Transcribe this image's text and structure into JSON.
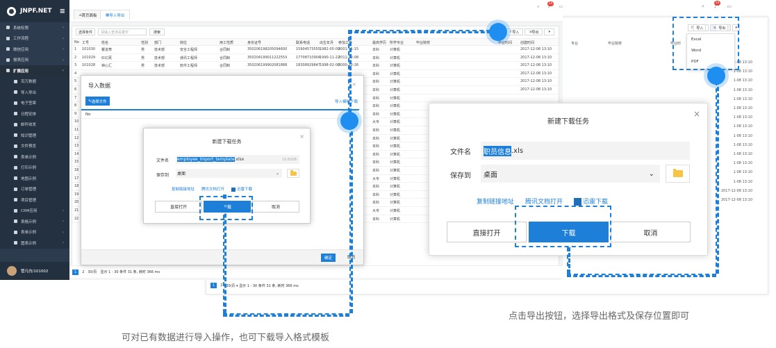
{
  "app": {
    "brand": "JNPF.NET"
  },
  "sidebar": {
    "items": [
      {
        "label": "系统权限",
        "open": false
      },
      {
        "label": "工作流程",
        "open": false
      },
      {
        "label": "微信应用",
        "open": false
      },
      {
        "label": "报表应用",
        "open": false
      },
      {
        "label": "扩展应用",
        "open": true
      }
    ],
    "subitems": [
      "百万数据",
      "导入导出",
      "电子签章",
      "日程安排",
      "邮件收发",
      "知识管理",
      "文件预览",
      "表单示例",
      "打印示例",
      "地图示例",
      "订单管理",
      "项目管理",
      "CRM应用",
      "表格示例",
      "表单示例",
      "图表示例"
    ],
    "user": "管凡白/101002"
  },
  "tabs": [
    {
      "label": "首页面板"
    },
    {
      "label": "导入导出"
    }
  ],
  "notify_count": "14",
  "filter": {
    "select": "选择条件",
    "placeholder": "请输入查询关键字",
    "search": "搜索"
  },
  "toolbar": {
    "import": "导入",
    "export": "导出"
  },
  "table": {
    "headers": [
      "No",
      "工号",
      "姓名",
      "性别",
      "部门",
      "岗位",
      "用工性质",
      "身份证号",
      "联系电话",
      "出生年月",
      "参加工作",
      "最高学历",
      "所学专业",
      "毕业院校",
      "毕业时间",
      "创建时间"
    ],
    "rows": [
      [
        "1",
        "101030",
        "瞿进寒",
        "男",
        "技术部",
        "安全工程师",
        "合同制",
        "350206198205094600",
        "15904573555",
        "1982-05-09",
        "2001-11-15",
        "本科",
        "计算机",
        "",
        "",
        "2017-12-08 13:10"
      ],
      [
        "2",
        "101029",
        "红幻芙",
        "男",
        "技术部",
        "通讯工程师",
        "合同制",
        "35020419901122255X",
        "17708710904",
        "1990-11-22",
        "2011-12-08",
        "本科",
        "计算机",
        "",
        "",
        "2017-12-08 13:10"
      ],
      [
        "3",
        "101028",
        "钟心汇",
        "男",
        "技术部",
        "软件工程师",
        "合同制",
        "350206199902081888",
        "18308929847",
        "1998-02-08",
        "2000-12-26",
        "本科",
        "计算机",
        "",
        "",
        "2017-12-08 13:10"
      ]
    ],
    "col_xuli_rest": [
      "本科",
      "本科",
      "本科",
      "本科",
      "本科",
      "本科",
      "大专",
      "本科",
      "本科",
      "本科",
      "本科",
      "本科",
      "本科",
      "大专",
      "本科",
      "本科",
      "本科",
      "大专",
      "本科"
    ],
    "col_major_rest": [
      "计算机",
      "计算机",
      "计算机",
      "计算机",
      "计算机",
      "计算机",
      "计算机",
      "计算机",
      "计算机",
      "计算机",
      "计算机",
      "计算机",
      "计算机",
      "计算机",
      "计算机",
      "计算机",
      "计算机",
      "计算机",
      "计算机"
    ],
    "created_rest": [
      "2017-12-08 13:10",
      "2017-12-08 13:10",
      "2017-12-08 13:10"
    ],
    "row_numbers": [
      "4",
      "5",
      "6",
      "7",
      "8",
      "9",
      "10",
      "11",
      "12",
      "13",
      "14",
      "15",
      "16",
      "17",
      "18",
      "19",
      "20",
      "21",
      "22"
    ]
  },
  "pager": {
    "current": "1",
    "next": "2",
    "per": "30/页",
    "info": "显示 1 - 30 条件 31 条, 耗时 366 ms"
  },
  "import_dialog": {
    "title": "导入数据",
    "select_file": "选择文件",
    "template": "导入模板下载",
    "no": "No",
    "ok": "确定",
    "cancel": "取消"
  },
  "small_dialog": {
    "title": "新建下载任务",
    "name_label": "文件名",
    "file_hl": "employee_import_template",
    "file_ext": ".xlsx",
    "file_size": "10.81KB",
    "save_label": "保存到",
    "save_to": "桌面",
    "link1": "复制链接地址",
    "link2": "腾讯文档打开",
    "link3": "迅雷下载",
    "open": "直接打开",
    "download": "下载",
    "cancel": "取消"
  },
  "big_dialog": {
    "title": "新建下载任务",
    "name_label": "文件名",
    "file_hl": "职员信息",
    "file_ext": ".xls",
    "save_label": "保存到",
    "save_to": "桌面",
    "link1": "复制链接地址",
    "link2": "腾讯文档打开",
    "link3": "迅雷下载",
    "open": "直接打开",
    "download": "下载",
    "cancel": "取消"
  },
  "export_menu": {
    "items": [
      "Excel",
      "Word",
      "PDF"
    ]
  },
  "back_panel": {
    "col1": "专业",
    "col2": "毕业院校",
    "col3": "毕业时",
    "created": "2017-12-08 13:10",
    "partial_times": [
      "2017-12-08 13:10",
      "1-08 13:10",
      "1-08 13:10",
      "1-08 13:10",
      "1-08 13:10",
      "1-08 13:10",
      "1-08 13:10",
      "1-08 13:10",
      "1-08 13:10",
      "1-08 13:10",
      "1-08 13:10",
      "1-08 13:10",
      "1-08 13:10",
      "1-08 13:10",
      "2017-12-08 13:10",
      "2017-12-08 13:10"
    ],
    "pager_info": "30/页 ▾  显示 1 - 30 条件 31 条, 耗时 366 ms"
  },
  "captions": {
    "import": "可对已有数据进行导入操作，也可下载导入格式模板",
    "export": "点击导出按钮，选择导出格式及保存位置即可"
  },
  "colors": {
    "accent": "#1e7fd8",
    "sidebar": "#2c3b4e"
  }
}
